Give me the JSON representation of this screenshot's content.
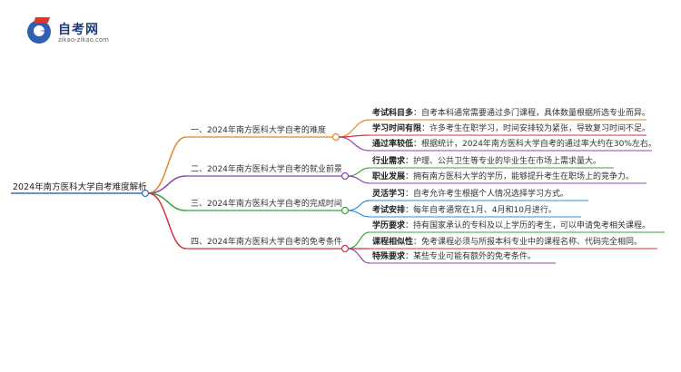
{
  "logo": {
    "title": "自考网",
    "subtitle": "zikao-zikao.com"
  },
  "root": "2024年南方医科大学自考难度解析",
  "colors": {
    "orange": "#e0872f",
    "purple": "#8e44ad",
    "green": "#3aa63a",
    "red": "#d8323c",
    "blue": "#2f8fd8",
    "root": "#3b6fb5"
  },
  "branches": [
    {
      "label": "一、2024年南方医科大学自考的难度",
      "leaves": [
        {
          "key": "考试科目多",
          "text": "：自考本科通常需要通过多门课程，具体数量根据所选专业而异。"
        },
        {
          "key": "学习时间有限",
          "text": "：许多考生在职学习，时间安排较为紧张，导致复习时间不足。"
        },
        {
          "key": "通过率较低",
          "text": "：根据统计，2024年南方医科大学自考的通过率大约在30%左右。"
        }
      ]
    },
    {
      "label": "二、2024年南方医科大学自考的就业前景",
      "leaves": [
        {
          "key": "行业需求",
          "text": "：护理、公共卫生等专业的毕业生在市场上需求量大。"
        },
        {
          "key": "职业发展",
          "text": "：拥有南方医科大学的学历，能够提升考生在职场上的竞争力。"
        }
      ]
    },
    {
      "label": "三、2024年南方医科大学自考的完成时间",
      "leaves": [
        {
          "key": "灵活学习",
          "text": "：自考允许考生根据个人情况选择学习方式。"
        },
        {
          "key": "考试安排",
          "text": "：每年自考通常在1月、4月和10月进行。"
        }
      ]
    },
    {
      "label": "四、2024年南方医科大学自考的免考条件",
      "leaves": [
        {
          "key": "学历要求",
          "text": "：持有国家承认的专科及以上学历的考生，可以申请免考相关课程。"
        },
        {
          "key": "课程相似性",
          "text": "：免考课程必须与所报本科专业中的课程名称、代码完全相同。"
        },
        {
          "key": "特殊要求",
          "text": "：某些专业可能有额外的免考条件。"
        }
      ]
    }
  ]
}
